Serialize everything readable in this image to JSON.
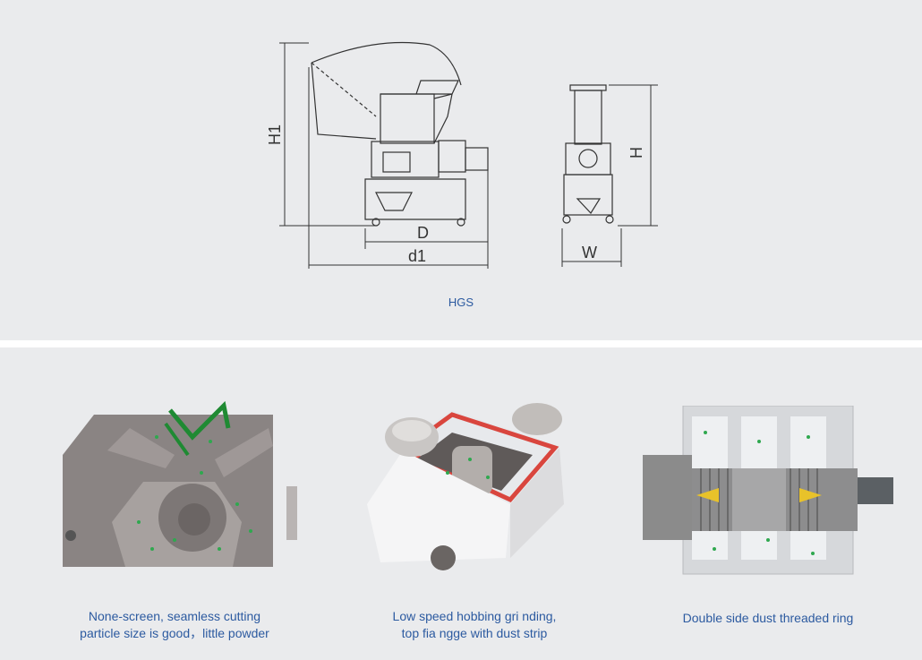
{
  "drawing": {
    "model": "HGS",
    "dimensions": {
      "h1": "H1",
      "h": "H",
      "d": "D",
      "d1": "d1",
      "w": "W"
    }
  },
  "features": [
    {
      "line1": "None-screen, seamless cutting",
      "line2": "particle size is good，little powder"
    },
    {
      "line1": "Low speed hobbing gri nding,",
      "line2": "top fia ngge with dust strip"
    },
    {
      "line1": "Double side dust threaded ring",
      "line2": ""
    }
  ],
  "colors": {
    "panel_bg": "#eaebed",
    "caption_blue": "#2c5aa0",
    "frame_red": "#d9463e",
    "particle_green": "#2fa84f"
  }
}
